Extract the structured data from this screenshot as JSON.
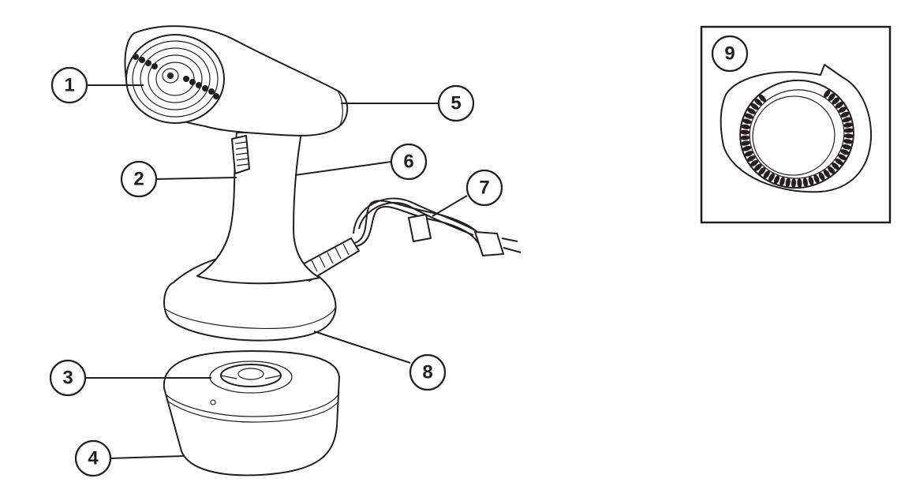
{
  "callouts": [
    {
      "id": "1",
      "label": "1"
    },
    {
      "id": "2",
      "label": "2"
    },
    {
      "id": "3",
      "label": "3"
    },
    {
      "id": "4",
      "label": "4"
    },
    {
      "id": "5",
      "label": "5"
    },
    {
      "id": "6",
      "label": "6"
    },
    {
      "id": "7",
      "label": "7"
    },
    {
      "id": "8",
      "label": "8"
    },
    {
      "id": "9",
      "label": "9"
    }
  ],
  "colors": {
    "line": "#231f20",
    "background": "#ffffff"
  }
}
